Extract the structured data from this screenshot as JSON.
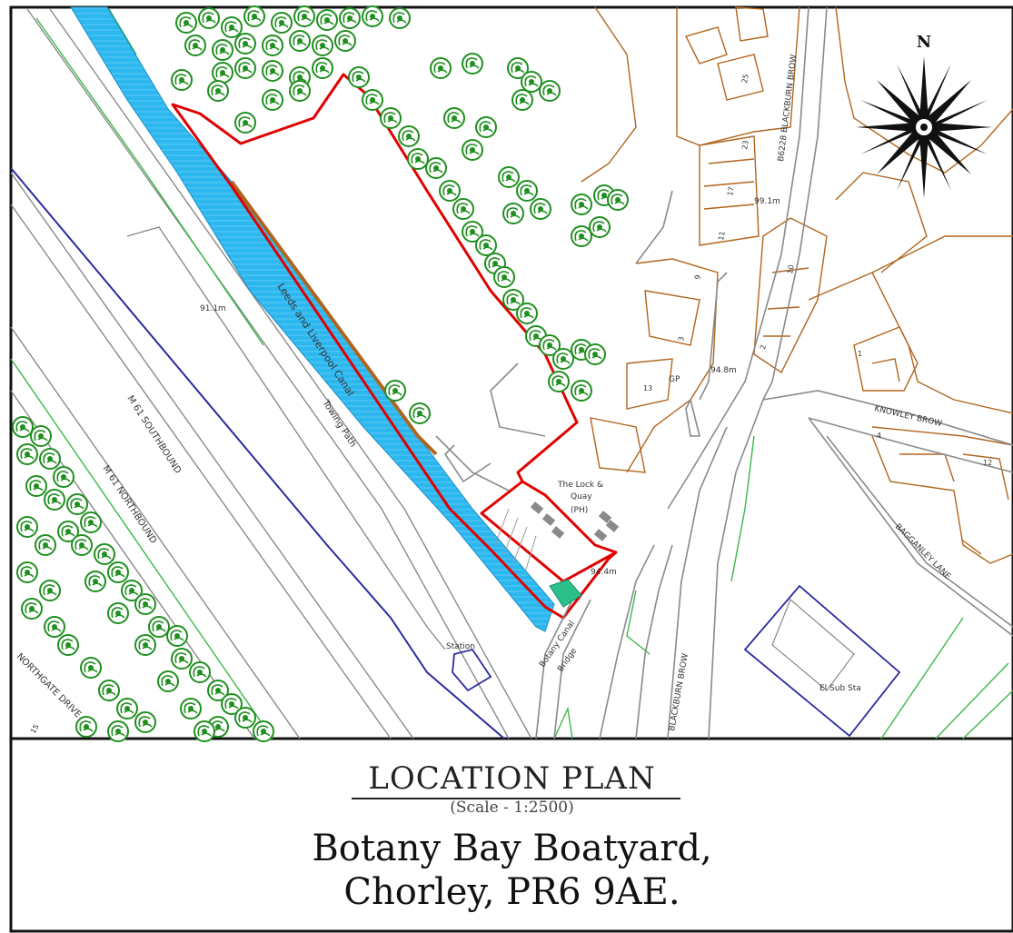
{
  "map": {
    "north_label": "N",
    "labels": {
      "canal": "Leeds and Liverpool Canal",
      "towing_path": "Towing Path",
      "m61_south": "M 61 SOUTHBOUND",
      "m61_north": "M 61 NORTHBOUND",
      "northgate": "NORTHGATE DRIVE",
      "level_911": "91.1m",
      "level_991": "99.1m",
      "level_948": "94.8m",
      "level_small": "94.4m",
      "b6228": "B6228 BLACKBURN BROW",
      "blackburn_brow": "BLACKBURN BROW",
      "knowley_brow": "KNOWLEY BROW",
      "bagganley_lane": "BAGGANLEY LANE",
      "pub_line1": "The Lock &",
      "pub_line2": "Quay",
      "pub_line3": "(PH)",
      "station": "Station",
      "bridge_line1": "Botany Canal",
      "bridge_line2": "Bridge",
      "substation": "El Sub Sta",
      "gp": "GP",
      "house_numbers": [
        "25",
        "23",
        "17",
        "11",
        "9",
        "3",
        "13",
        "10",
        "2",
        "1",
        "4",
        "12",
        "15"
      ]
    },
    "colors": {
      "canal": "#2db7ef",
      "site_boundary": "#e00000",
      "buildings": "#b0651e",
      "trees": "#1f8f1f",
      "railway": "#2a2aa0",
      "green_lines": "#3cb84a"
    }
  },
  "title_block": {
    "title": "LOCATION PLAN",
    "scale": "(Scale - 1:2500)",
    "address_line1": "Botany Bay Boatyard,",
    "address_line2": "Chorley, PR6 9AE."
  }
}
